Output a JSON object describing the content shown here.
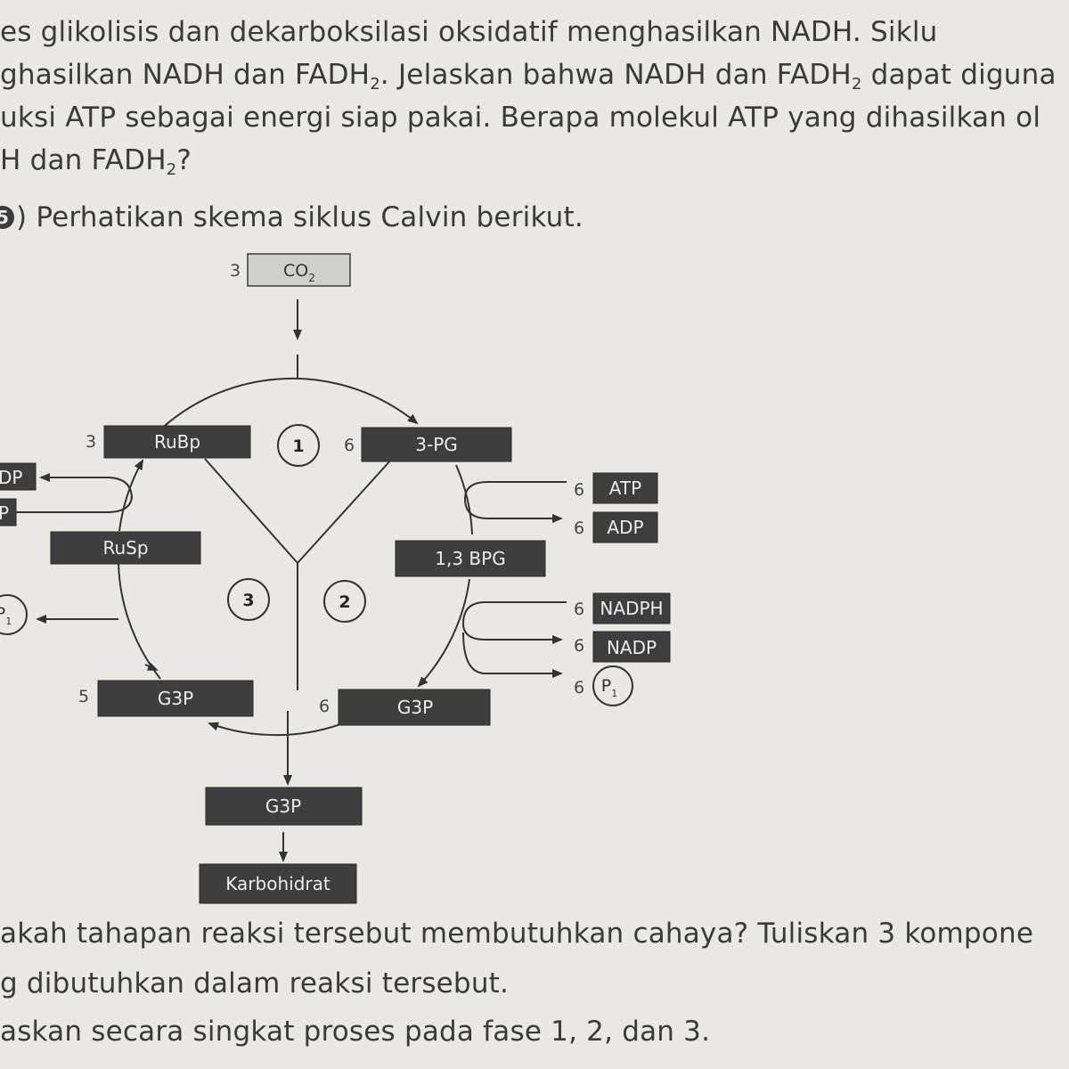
{
  "question_text": {
    "line1": "es glikolisis dan dekarboksilasi oksidatif menghasilkan NADH. Siklu",
    "line2_a": "ghasilkan NADH dan FADH",
    "line2_b": ". Jelaskan bahwa NADH dan FADH",
    "line2_c": " dapat diguna",
    "line3": "uksi ATP sebagai energi siap pakai. Berapa molekul ATP yang dihasilkan ol",
    "line4_a": "H dan FADH",
    "line4_b": "?",
    "subscript": "2",
    "q5_badge": "5",
    "q5_text": ") Perhatikan skema siklus Calvin berikut."
  },
  "diagram": {
    "co2": {
      "count": "3",
      "label": "CO",
      "sub": "2"
    },
    "rubp": {
      "count": "3",
      "label": "RuBp"
    },
    "pg3": {
      "count": "6",
      "label": "3-PG"
    },
    "bpg": {
      "label": "1,3 BPG"
    },
    "rusp": {
      "label": "RuSp"
    },
    "g3p_left": {
      "count": "5",
      "label": "G3P"
    },
    "g3p_right": {
      "count": "6",
      "label": "G3P"
    },
    "g3p_out": {
      "label": "G3P"
    },
    "carb": {
      "label": "Karbohidrat"
    },
    "atp_in": {
      "count": "6",
      "label": "ATP"
    },
    "adp_out": {
      "count": "6",
      "label": "ADP"
    },
    "nadph_in": {
      "count": "6",
      "label": "NADPH"
    },
    "nadp_out": {
      "count": "6",
      "label": "NADP"
    },
    "pi_out": {
      "count": "6",
      "label": "P",
      "sub": "1"
    },
    "left_cut_1": "DP",
    "left_cut_2": "P",
    "left_pi": {
      "label": "P",
      "sub": "1"
    },
    "phases": [
      "1",
      "2",
      "3"
    ]
  },
  "bottom_text": {
    "line1": "akah tahapan reaksi tersebut membutuhkan cahaya?  Tuliskan 3 kompone",
    "line2": "g dibutuhkan dalam reaksi tersebut.",
    "line3": "askan secara singkat proses pada fase 1, 2, dan 3."
  }
}
